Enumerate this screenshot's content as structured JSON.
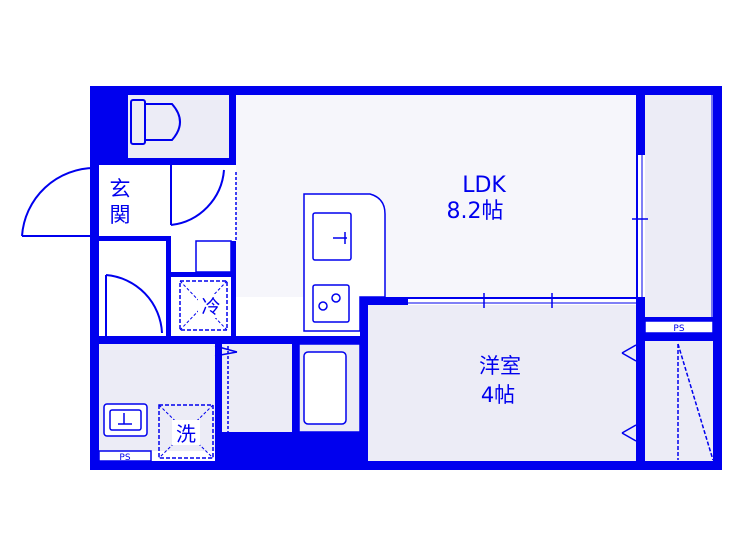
{
  "rooms": {
    "ldk": {
      "name": "LDK",
      "size": "8.2帖"
    },
    "bedroom": {
      "name": "洋室",
      "size": "4帖"
    },
    "entrance": {
      "label_top": "玄",
      "label_bottom": "関"
    }
  },
  "fixtures": {
    "fridge": "冷",
    "washer": "洗",
    "ps_bottom": "PS",
    "ps_right": "PS"
  },
  "colors": {
    "wall": "#0000ee",
    "floor": "#ececf6",
    "ldk_floor": "#f6f6fb",
    "background": "#ffffff"
  }
}
